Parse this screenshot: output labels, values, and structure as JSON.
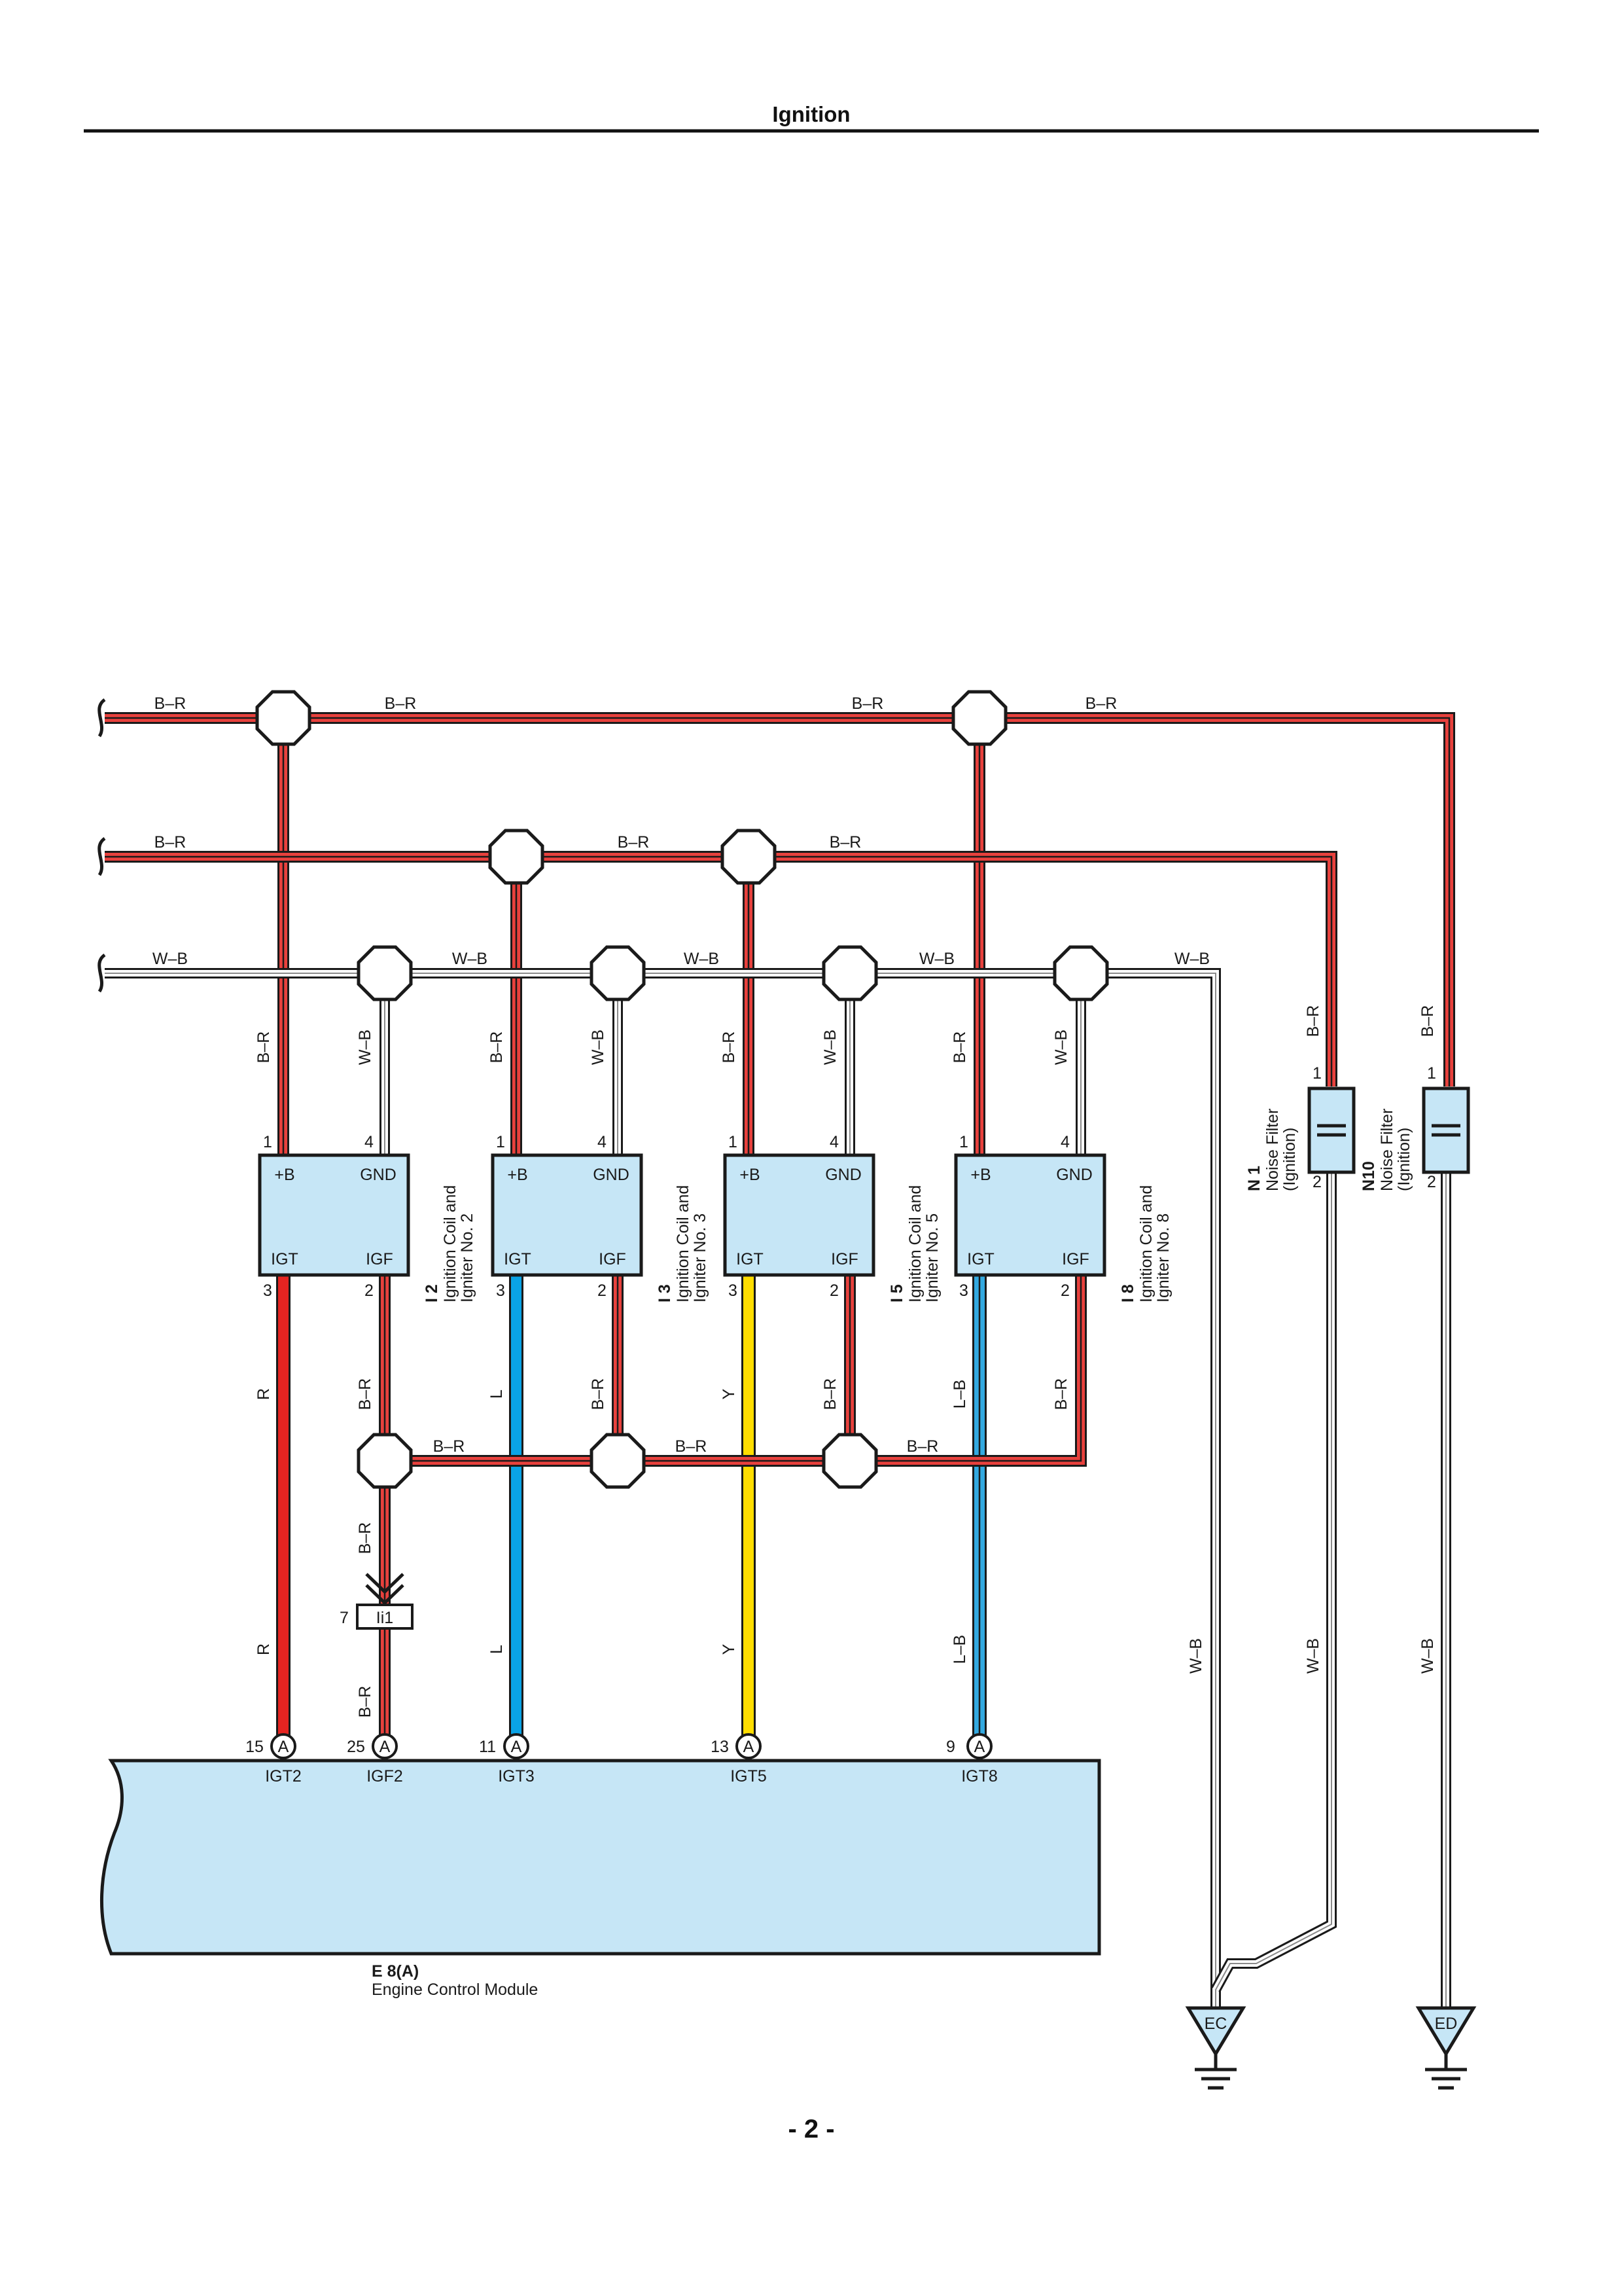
{
  "page": {
    "title": "Ignition",
    "page_number": "- 2 -"
  },
  "colors": {
    "B-R": "#e8413d",
    "R": "#e52421",
    "L": "#0aa3e6",
    "Y": "#ffdd00",
    "L-B": "#33a9e0",
    "W-B": "#ffffff",
    "component_fill": "#c6e6f6",
    "outline": "#1a1a1a"
  },
  "buses": [
    {
      "id": "bus1",
      "label": "B–R",
      "color": "B-R",
      "segment_labels": [
        "B–R",
        "B–R",
        "B–R",
        "B–R"
      ]
    },
    {
      "id": "bus2",
      "label": "B–R",
      "color": "B-R",
      "segment_labels": [
        "B–R",
        "B–R",
        "B–R"
      ]
    },
    {
      "id": "bus3",
      "label": "W–B",
      "color": "W-B",
      "segment_labels": [
        "W–B",
        "W–B",
        "W–B",
        "W–B",
        "W–B"
      ]
    }
  ],
  "coils": [
    {
      "ref": "I 2",
      "name_line1": "Ignition Coil and",
      "name_line2": "Igniter No. 2",
      "pins": {
        "plusB": "+B",
        "gnd": "GND",
        "igt": "IGT",
        "igf": "IGF"
      },
      "pin_numbers": {
        "plusB": "1",
        "gnd": "4",
        "igt": "3",
        "igf": "2"
      },
      "wire_top_left": "B–R",
      "wire_top_right": "W–B",
      "wire_igt": "R",
      "wire_igf": "B–R"
    },
    {
      "ref": "I 3",
      "name_line1": "Ignition Coil and",
      "name_line2": "Igniter No. 3",
      "pins": {
        "plusB": "+B",
        "gnd": "GND",
        "igt": "IGT",
        "igf": "IGF"
      },
      "pin_numbers": {
        "plusB": "1",
        "gnd": "4",
        "igt": "3",
        "igf": "2"
      },
      "wire_top_left": "B–R",
      "wire_top_right": "W–B",
      "wire_igt": "L",
      "wire_igf": "B–R"
    },
    {
      "ref": "I 5",
      "name_line1": "Ignition Coil and",
      "name_line2": "Igniter No. 5",
      "pins": {
        "plusB": "+B",
        "gnd": "GND",
        "igt": "IGT",
        "igf": "IGF"
      },
      "pin_numbers": {
        "plusB": "1",
        "gnd": "4",
        "igt": "3",
        "igf": "2"
      },
      "wire_top_left": "B–R",
      "wire_top_right": "W–B",
      "wire_igt": "Y",
      "wire_igf": "B–R"
    },
    {
      "ref": "I 8",
      "name_line1": "Ignition Coil and",
      "name_line2": "Igniter No. 8",
      "pins": {
        "plusB": "+B",
        "gnd": "GND",
        "igt": "IGT",
        "igf": "IGF"
      },
      "pin_numbers": {
        "plusB": "1",
        "gnd": "4",
        "igt": "3",
        "igf": "2"
      },
      "wire_top_left": "B–R",
      "wire_top_right": "W–B",
      "wire_igt": "L–B",
      "wire_igf": "B–R"
    }
  ],
  "igf_bus": {
    "segment_labels": [
      "B–R",
      "B–R",
      "B–R"
    ]
  },
  "igf_down": {
    "upper_label": "B–R",
    "lower_label": "B–R"
  },
  "connector_ii1": {
    "pin": "7",
    "label": "Ii1"
  },
  "noise_filters": [
    {
      "ref": "N 1",
      "name_line1": "Noise Filter",
      "name_line2": "(Ignition)",
      "pin_top": "1",
      "pin_bottom": "2",
      "wire_top": "B–R",
      "wire_bottom": "W–B"
    },
    {
      "ref": "N10",
      "name_line1": "Noise Filter",
      "name_line2": "(Ignition)",
      "pin_top": "1",
      "pin_bottom": "2",
      "wire_top": "B–R",
      "wire_bottom": "W–B"
    }
  ],
  "ecm": {
    "ref": "E 8(A)",
    "name": "Engine Control Module",
    "pins": [
      {
        "num": "15",
        "conn": "A",
        "signal": "IGT2",
        "wire": "R"
      },
      {
        "num": "25",
        "conn": "A",
        "signal": "IGF2",
        "wire": "B–R"
      },
      {
        "num": "11",
        "conn": "A",
        "signal": "IGT3",
        "wire": "L"
      },
      {
        "num": "13",
        "conn": "A",
        "signal": "IGT5",
        "wire": "Y"
      },
      {
        "num": "9",
        "conn": "A",
        "signal": "IGT8",
        "wire": "L–B"
      }
    ]
  },
  "grounds": [
    {
      "label": "EC",
      "wire": "W–B"
    },
    {
      "label": "ED",
      "wire": "W–B"
    }
  ]
}
